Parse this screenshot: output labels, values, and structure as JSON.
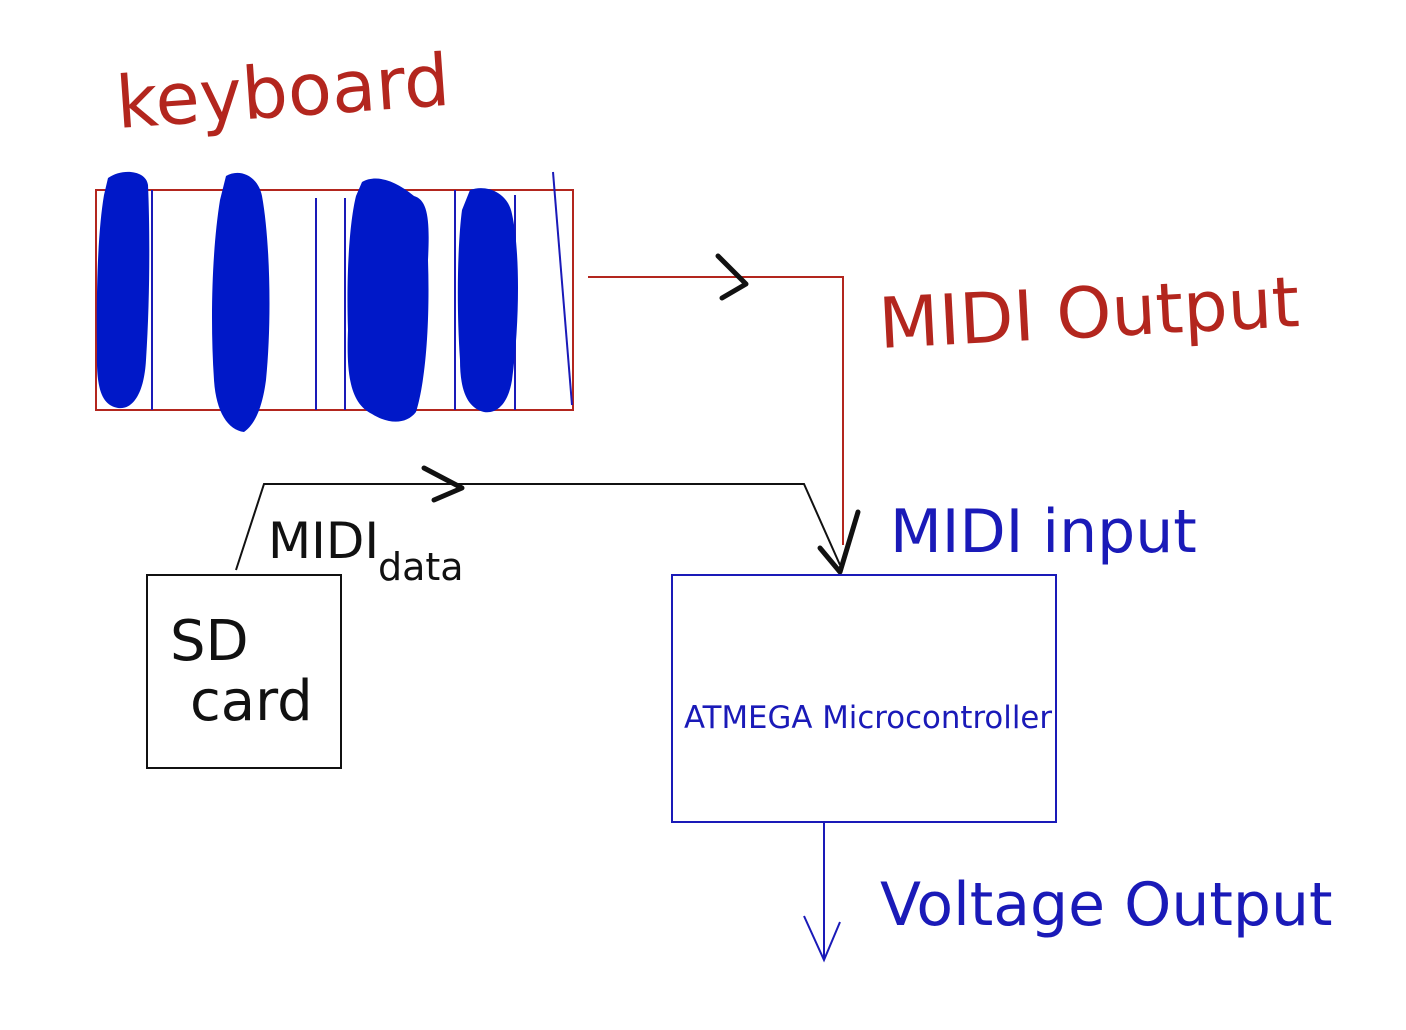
{
  "colors": {
    "red": "#b3261e",
    "blue": "#1a1ab8",
    "dark_blue": "#0018c8",
    "black": "#111111"
  },
  "labels": {
    "keyboard": "keyboard",
    "midi_output": "MIDI Output",
    "midi_input": "MIDI input",
    "midi_data_line1": "MIDI",
    "midi_data_line2": "data",
    "sd_card_line1": "SD",
    "sd_card_line2": "card",
    "microcontroller": "ATMEGA Microcontroller",
    "voltage_output": "Voltage Output"
  }
}
